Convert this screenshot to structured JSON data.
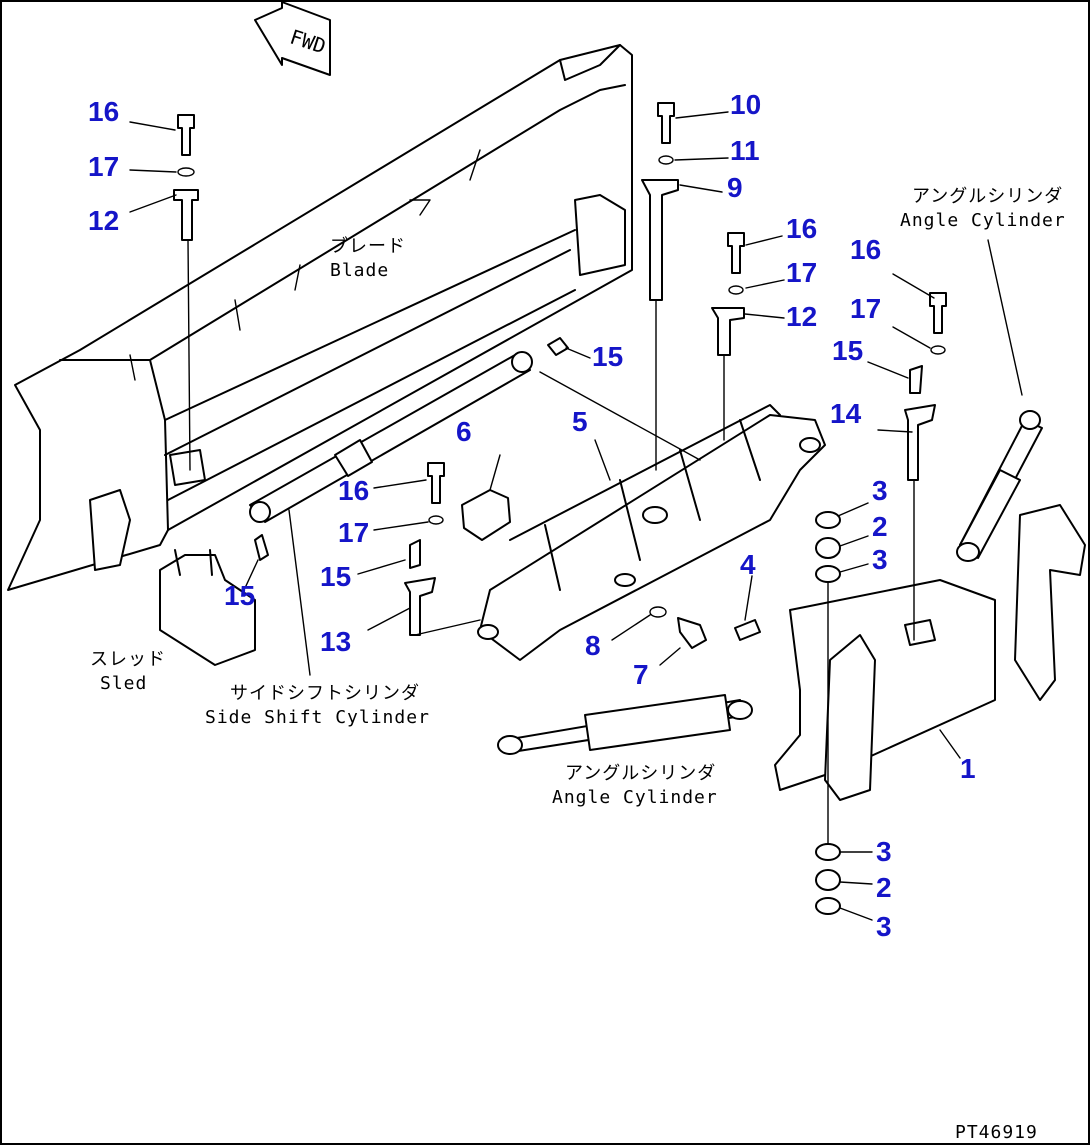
{
  "direction_badge": "FWD",
  "drawing_number": "PT46919",
  "captions": {
    "blade": {
      "jp": "ブレード",
      "en": "Blade"
    },
    "sled": {
      "jp": "スレッド",
      "en": "Sled"
    },
    "side_shift_cylinder": {
      "jp": "サイドシフトシリンダ",
      "en": "Side Shift Cylinder"
    },
    "angle_cylinder_left": {
      "jp": "アングルシリンダ",
      "en": "Angle Cylinder"
    },
    "angle_cylinder_right": {
      "jp": "アングルシリンダ",
      "en": "Angle Cylinder"
    }
  },
  "part_labels": [
    "16",
    "17",
    "12",
    "10",
    "11",
    "9",
    "16",
    "17",
    "12",
    "16",
    "17",
    "15",
    "14",
    "15",
    "6",
    "5",
    "16",
    "17",
    "15",
    "15",
    "13",
    "3",
    "2",
    "3",
    "4",
    "8",
    "7",
    "1",
    "3",
    "2",
    "3"
  ],
  "colors": {
    "label": "#1515c8",
    "line": "#000000",
    "background": "#ffffff"
  }
}
